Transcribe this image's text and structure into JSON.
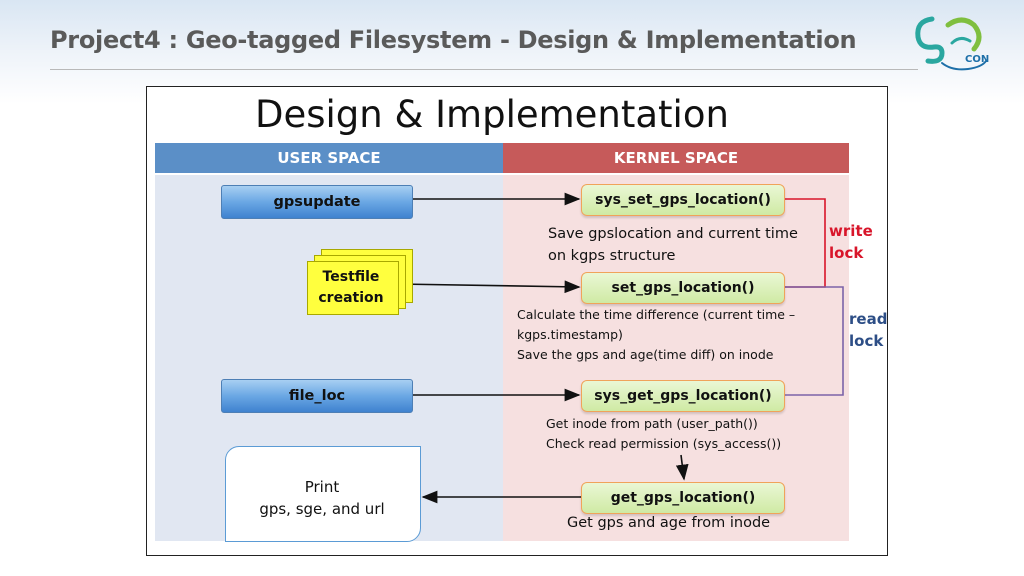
{
  "slide": {
    "title": "Project4 : Geo-tagged Filesystem - Design & Implementation",
    "logo_text": "CON",
    "logo_colors": {
      "teal": "#2aa7a0",
      "green": "#7fbf3f",
      "blue": "#1d6fa8"
    }
  },
  "diagram": {
    "title": "Design & Implementation",
    "user_space_label": "USER SPACE",
    "kernel_space_label": "KERNEL SPACE",
    "user_nodes": {
      "gpsupdate": "gpsupdate",
      "testfile_line1": "Testfile",
      "testfile_line2": "creation",
      "file_loc": "file_loc",
      "print_line1": "Print",
      "print_line2": "gps, sge, and url"
    },
    "kernel_nodes": {
      "sys_set": "sys_set_gps_location()",
      "set": "set_gps_location()",
      "sys_get": "sys_get_gps_location()",
      "get": "get_gps_location()"
    },
    "notes": {
      "sys_set_1": "Save gpslocation and current time",
      "sys_set_2": "on kgps structure",
      "set_1": "Calculate the time difference (current time –",
      "set_2": "kgps.timestamp)",
      "set_3": "Save the gps and age(time diff) on inode",
      "sys_get_1": "Get inode from path (user_path())",
      "sys_get_2": "Check read permission (sys_access())",
      "get_1": "Get gps and age from inode"
    },
    "locks": {
      "write_1": "write",
      "write_2": "lock",
      "read_1": "read",
      "read_2": "lock"
    },
    "colors": {
      "user_header": "#5b8fc7",
      "kernel_header": "#c65a5a",
      "user_bg": "#e1e7f2",
      "kernel_bg": "#f6e0e0",
      "write_lock": "#d8152a",
      "read_lock": "#2d4e86",
      "testfile": "#ffff3e"
    }
  }
}
